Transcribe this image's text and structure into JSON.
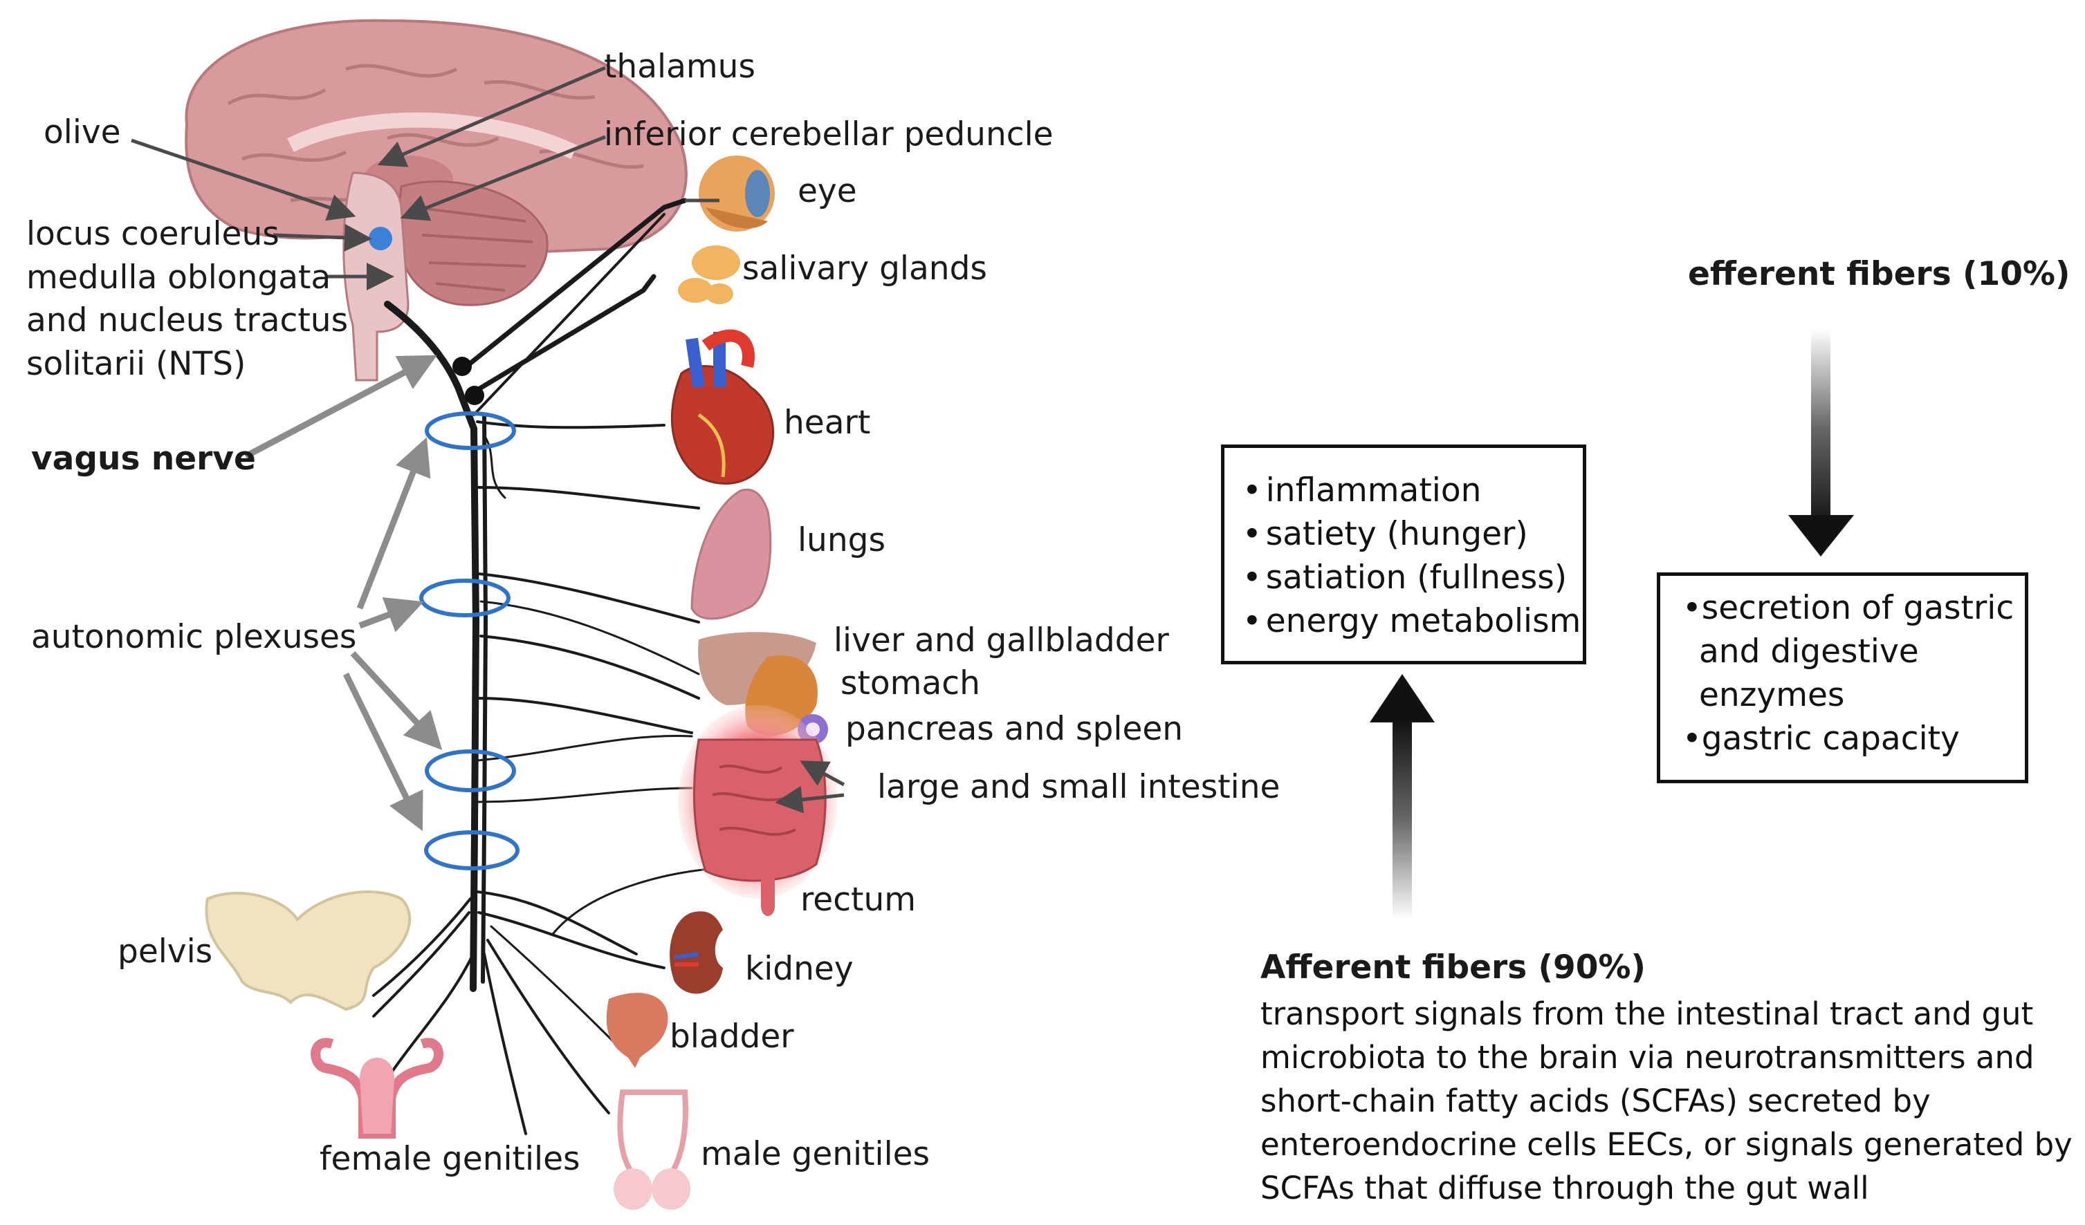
{
  "labels": {
    "thalamus": "thalamus",
    "olive": "olive",
    "inferior_cerebellar_peduncle": "inferior cerebellar peduncle",
    "locus_coeruleus": "locus coeruleus",
    "medulla_oblongata": "medulla oblongata",
    "nucleus_tractus": "and nucleus tractus",
    "solitarii": "solitarii (NTS)",
    "vagus_nerve": "vagus nerve",
    "autonomic_plexuses": "autonomic plexuses",
    "eye": "eye",
    "salivary_glands": "salivary glands",
    "heart": "heart",
    "lungs": "lungs",
    "liver": "liver and gallbladder",
    "stomach": "stomach",
    "pancreas": "pancreas and spleen",
    "intestine": "large and small intestine",
    "rectum": "rectum",
    "pelvis": "pelvis",
    "kidney": "kidney",
    "bladder": "bladder",
    "female": "female genitiles",
    "male": "male genitiles"
  },
  "afferent_box": {
    "items": [
      "inflammation",
      "satiety (hunger)",
      "satiation (fullness)",
      "energy metabolism"
    ]
  },
  "efferent": {
    "title": "efferent fibers (10%)",
    "items_line1": "secretion of gastric",
    "items_line2": "and digestive",
    "items_line3": "enzymes",
    "item2": "gastric capacity"
  },
  "afferent": {
    "title": "Afferent fibers (90%)",
    "lines": [
      "transport signals from the intestinal tract and gut",
      "microbiota to the brain via neurotransmitters and",
      "short-chain fatty acids (SCFAs) secreted by",
      "enteroendocrine cells  EECs, or signals generated by",
      "SCFAs that diffuse through the gut wall"
    ]
  },
  "colors": {
    "nerve": "#1a1a1a",
    "plexus": "#2f74c8",
    "brain": "#d89a9c",
    "heart": "#c0392b",
    "lung": "#d9939e",
    "intestine": "#d9626a",
    "bone": "#efe3c2",
    "kidney": "#9b3d2c",
    "arrow_gray": "#8c8c8c"
  }
}
